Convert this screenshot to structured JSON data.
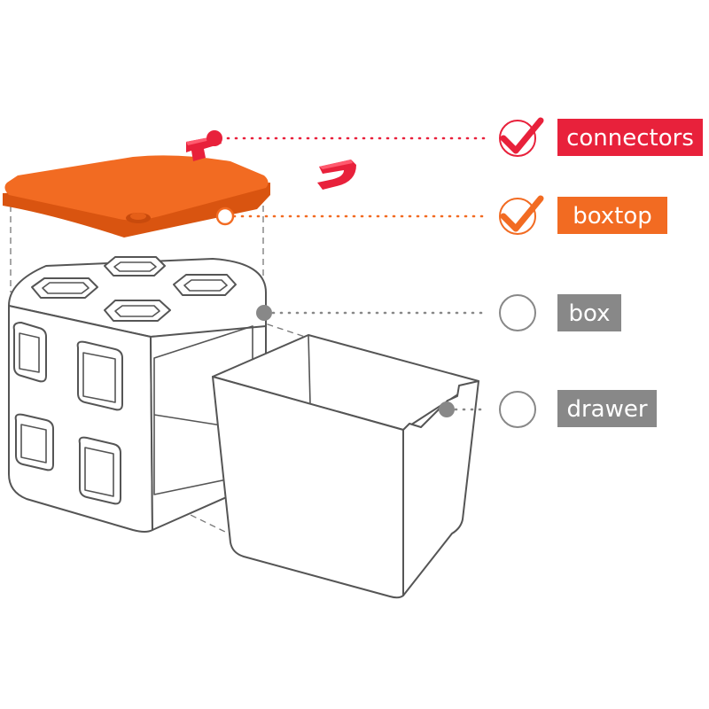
{
  "colors": {
    "red": "#e8213b",
    "orange": "#f26b22",
    "gray": "#888888",
    "outline": "#555555"
  },
  "legend": {
    "items": [
      {
        "label": "connectors",
        "checked": true,
        "color": "#e8213b"
      },
      {
        "label": "boxtop",
        "checked": true,
        "color": "#f26b22"
      },
      {
        "label": "box",
        "checked": false,
        "color": "#888888"
      },
      {
        "label": "drawer",
        "checked": false,
        "color": "#888888"
      }
    ]
  }
}
